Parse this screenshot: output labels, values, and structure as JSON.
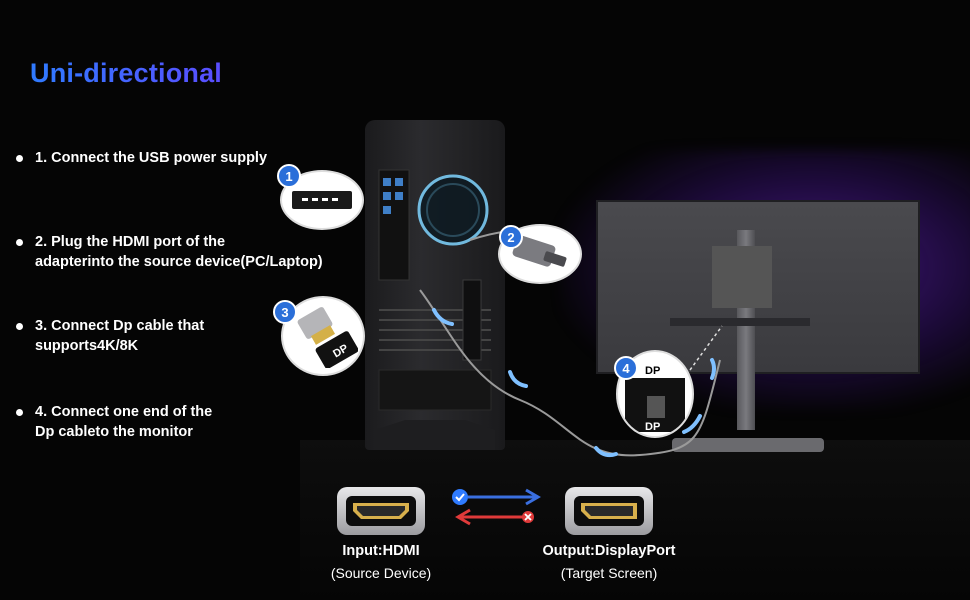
{
  "title": "Uni-directional",
  "steps": [
    {
      "text": "1. Connect the USB power supply"
    },
    {
      "text": "2. Plug the HDMI port of the\nadapterinto the source device(PC/Laptop)"
    },
    {
      "text": "3. Connect Dp cable that\nsupports4K/8K"
    },
    {
      "text": "4. Connect one end of the\nDp cableto the monitor"
    }
  ],
  "callouts": [
    {
      "number": "1",
      "icon": "usb-connector-icon"
    },
    {
      "number": "2",
      "icon": "hdmi-adapter-icon"
    },
    {
      "number": "3",
      "icon": "dp-cable-icon",
      "label": "DP"
    },
    {
      "number": "4",
      "icon": "monitor-dp-port-icon",
      "label_top": "DP",
      "label_bottom": "DP"
    }
  ],
  "input": {
    "label": "Input:HDMI",
    "sub": "(Source Device)",
    "icon": "hdmi-port-icon"
  },
  "output": {
    "label": "Output:DisplayPort",
    "sub": "(Target Screen)",
    "icon": "displayport-port-icon"
  },
  "direction": {
    "forward_icon": "check-icon",
    "forward_color": "#2f7bff",
    "backward_icon": "cross-icon",
    "backward_color": "#e03a3a"
  },
  "colors": {
    "accent": "#2f7bff",
    "badge": "#2b6fd9",
    "glow": "#7a2be6"
  }
}
